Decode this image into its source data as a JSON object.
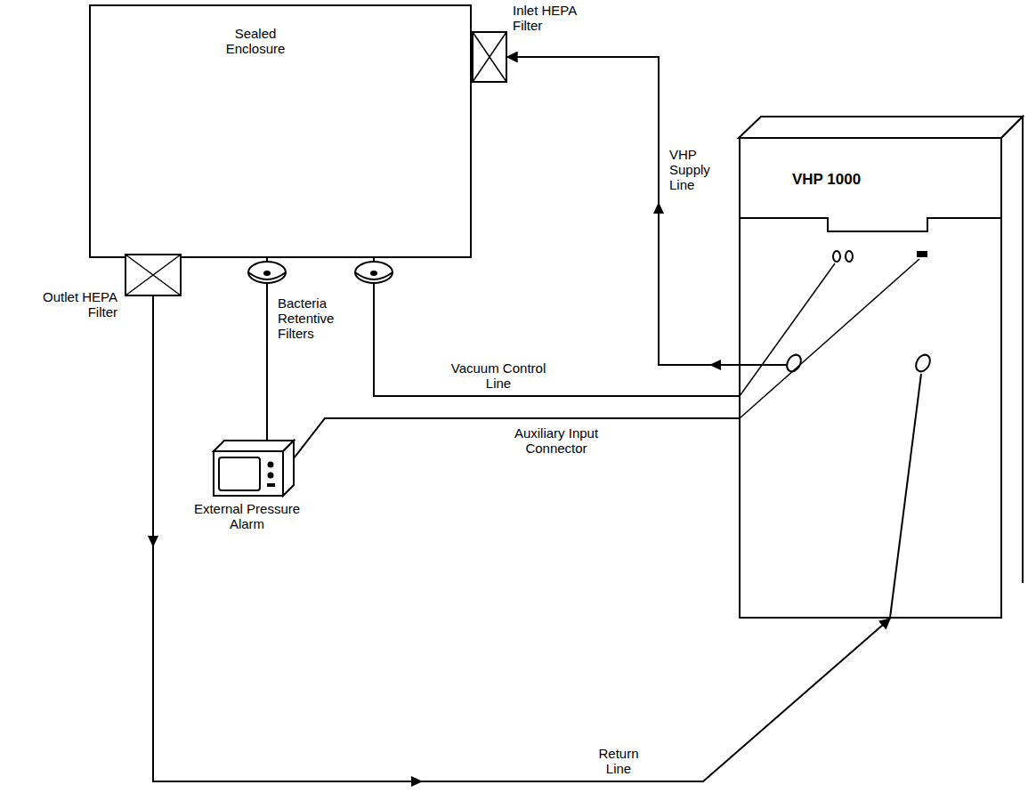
{
  "diagram": {
    "nodes": [
      {
        "text": [
          "Sealed Enclosure"
        ]
      },
      {
        "text": [
          "Inlet HEPA Filter"
        ]
      },
      {
        "text": [
          "Outlet HEPA Filter"
        ]
      },
      {
        "text": [
          "External Pressure Alarm"
        ]
      },
      {
        "text": [
          "VHP 1000"
        ]
      }
    ],
    "edges": [
      {
        "from": 4,
        "to": 1,
        "label": "VHP Supply Line",
        "arrow": "to"
      },
      {
        "from": 0,
        "to": 4,
        "label": "Vacuum Control Line",
        "arrow": "none"
      },
      {
        "from": 0,
        "to": 3,
        "arrow": "none"
      },
      {
        "from": 3,
        "to": 4,
        "label": "Auxiliary Input Connector",
        "arrow": "none"
      },
      {
        "from": 2,
        "to": 4,
        "label": "Return Line",
        "arrow": "to"
      }
    ],
    "labels": [
      "Bacteria Retentive Filters"
    ]
  }
}
